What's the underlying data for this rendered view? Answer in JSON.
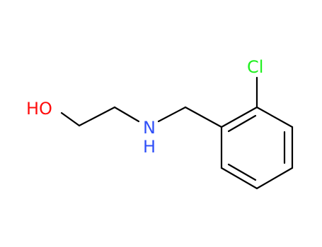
{
  "atoms": {
    "oxygen": {
      "label": "HO",
      "color": "#ff0d0d"
    },
    "nitrogen": {
      "n_label": "N",
      "h_label": "H",
      "color": "#3050f8"
    },
    "chlorine": {
      "label": "Cl",
      "color": "#1ff01f"
    }
  },
  "bond_color": "#000000"
}
